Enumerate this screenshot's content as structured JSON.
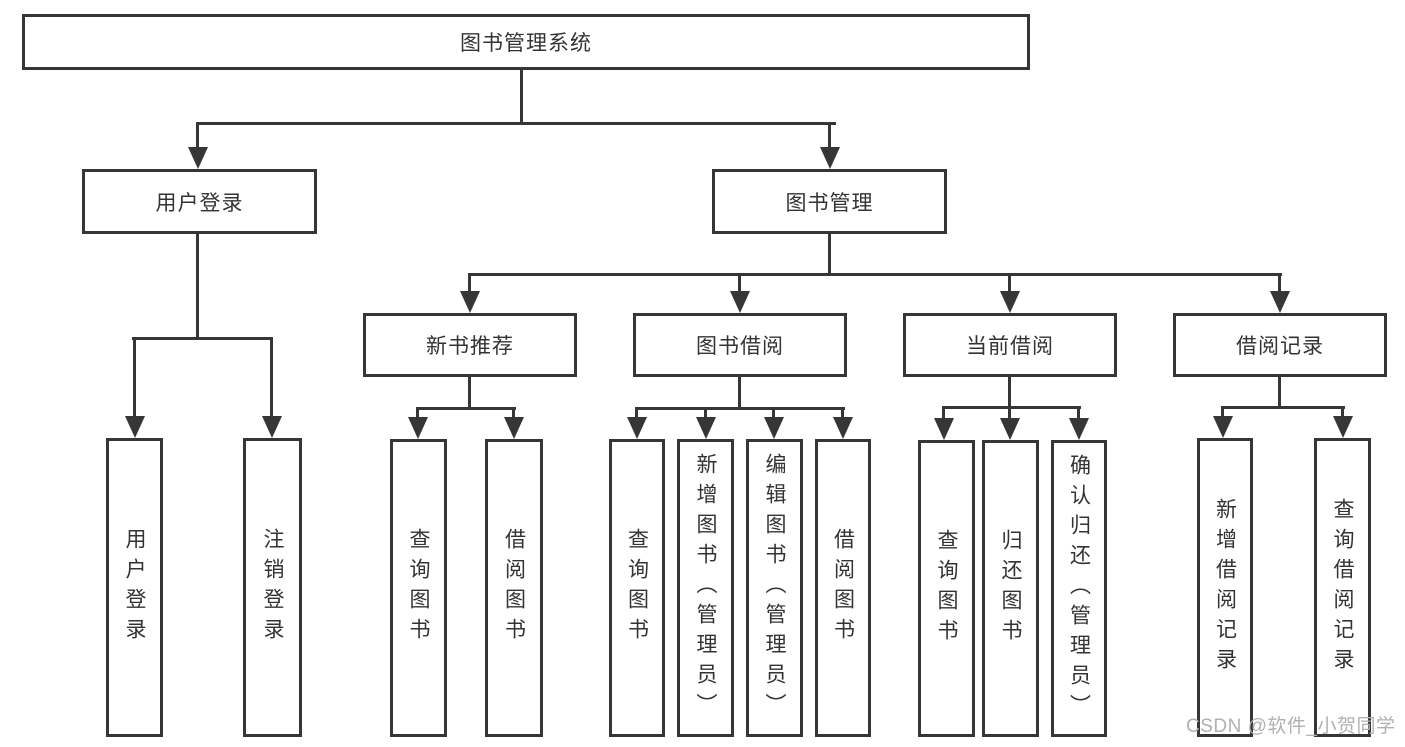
{
  "diagram_type": "functional-structure-tree",
  "tree": {
    "label": "图书管理系统",
    "children": [
      {
        "label": "用户登录",
        "children": [
          {
            "label": "用户登录"
          },
          {
            "label": "注销登录"
          }
        ]
      },
      {
        "label": "图书管理",
        "children": [
          {
            "label": "新书推荐",
            "children": [
              {
                "label": "查询图书"
              },
              {
                "label": "借阅图书"
              }
            ]
          },
          {
            "label": "图书借阅",
            "children": [
              {
                "label": "查询图书"
              },
              {
                "label": "新增图书（管理员）"
              },
              {
                "label": "编辑图书（管理员）"
              },
              {
                "label": "借阅图书"
              }
            ]
          },
          {
            "label": "当前借阅",
            "children": [
              {
                "label": "查询图书"
              },
              {
                "label": "归还图书"
              },
              {
                "label": "确认归还（管理员）"
              }
            ]
          },
          {
            "label": "借阅记录",
            "children": [
              {
                "label": "新增借阅记录"
              },
              {
                "label": "查询借阅记录"
              }
            ]
          }
        ]
      }
    ]
  },
  "watermark": {
    "text": "CSDN @软件_小贺同学"
  },
  "colors": {
    "line": "#363636",
    "text": "#333333",
    "background": "#ffffff",
    "watermark": "#b1b1b1"
  }
}
